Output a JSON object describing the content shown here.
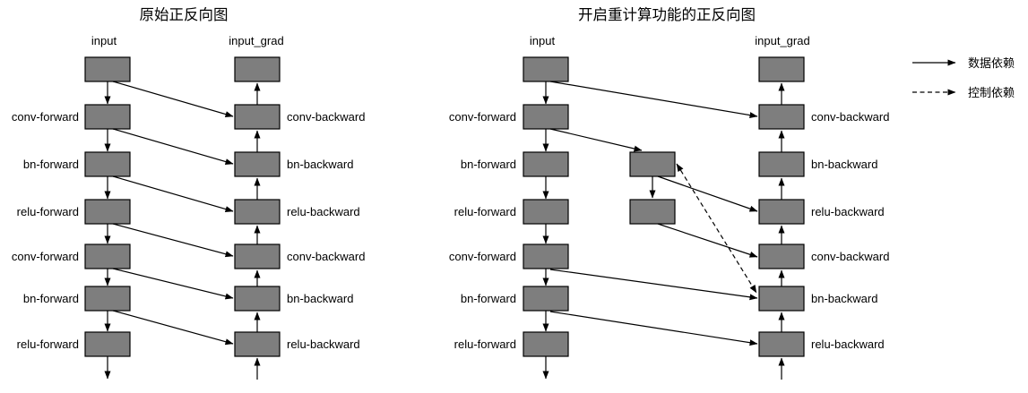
{
  "left_diagram": {
    "title": "原始正反向图",
    "columns": {
      "forward_header": "input",
      "backward_header": "input_grad"
    },
    "forward_labels": [
      "conv-forward",
      "bn-forward",
      "relu-forward",
      "conv-forward",
      "bn-forward",
      "relu-forward"
    ],
    "backward_labels": [
      "conv-backward",
      "bn-backward",
      "relu-backward",
      "conv-backward",
      "bn-backward",
      "relu-backward"
    ]
  },
  "right_diagram": {
    "title": "开启重计算功能的正反向图",
    "columns": {
      "forward_header": "input",
      "backward_header": "input_grad"
    },
    "forward_labels": [
      "conv-forward",
      "bn-forward",
      "relu-forward",
      "conv-forward",
      "bn-forward",
      "relu-forward"
    ],
    "backward_labels": [
      "conv-backward",
      "bn-backward",
      "relu-backward",
      "conv-backward",
      "bn-backward",
      "relu-backward"
    ]
  },
  "legend": {
    "data_dependency_label": "数据依赖",
    "control_dependency_label": "控制依赖"
  },
  "colors": {
    "node_fill": "#7e7e7e",
    "node_stroke": "#000000",
    "arrow": "#000000",
    "background": "#ffffff",
    "text": "#000000"
  },
  "diagram_data": {
    "type": "computation-graph-comparison",
    "left_graph": {
      "forward_nodes": [
        "input",
        "conv-forward-1",
        "bn-forward-1",
        "relu-forward-1",
        "conv-forward-2",
        "bn-forward-2",
        "relu-forward-2"
      ],
      "backward_nodes": [
        "input_grad",
        "conv-backward-1",
        "bn-backward-1",
        "relu-backward-1",
        "conv-backward-2",
        "bn-backward-2",
        "relu-backward-2"
      ],
      "forward_chain": "input -> conv-forward-1 -> bn-forward-1 -> relu-forward-1 -> conv-forward-2 -> bn-forward-2 -> relu-forward-2 -> (out)",
      "backward_chain": "(in) -> relu-backward-2 -> bn-backward-2 -> conv-backward-2 -> relu-backward-1 -> bn-backward-1 -> conv-backward-1 -> input_grad",
      "cross_edges": [
        [
          "input",
          "conv-backward-1"
        ],
        [
          "conv-forward-1",
          "bn-backward-1"
        ],
        [
          "bn-forward-1",
          "relu-backward-1"
        ],
        [
          "relu-forward-1",
          "conv-backward-2"
        ],
        [
          "conv-forward-2",
          "bn-backward-2"
        ],
        [
          "bn-forward-2",
          "relu-backward-2"
        ]
      ]
    },
    "right_graph": {
      "forward_nodes": [
        "input",
        "conv-forward-1",
        "bn-forward-1",
        "relu-forward-1",
        "conv-forward-2",
        "bn-forward-2",
        "relu-forward-2"
      ],
      "backward_nodes": [
        "input_grad",
        "conv-backward-1",
        "bn-backward-1",
        "relu-backward-1",
        "conv-backward-2",
        "bn-backward-2",
        "relu-backward-2"
      ],
      "recompute_nodes": [
        "bn-forward-recompute",
        "relu-forward-recompute"
      ],
      "forward_chain": "input -> conv-forward-1 -> bn-forward-1 -> relu-forward-1 -> conv-forward-2 -> bn-forward-2 -> relu-forward-2 -> (out)",
      "backward_chain": "(in) -> relu-backward-2 -> bn-backward-2 -> conv-backward-2 -> relu-backward-1 -> bn-backward-1 -> conv-backward-1 -> input_grad",
      "cross_edges": [
        [
          "input",
          "conv-backward-1"
        ],
        [
          "conv-forward-1",
          "bn-forward-recompute"
        ],
        [
          "bn-forward-recompute",
          "relu-forward-recompute"
        ],
        [
          "bn-forward-recompute",
          "relu-backward-1"
        ],
        [
          "relu-forward-recompute",
          "conv-backward-2"
        ],
        [
          "conv-forward-2",
          "bn-backward-2"
        ],
        [
          "bn-forward-2",
          "relu-backward-2"
        ]
      ],
      "control_edges": [
        [
          "bn-forward-recompute",
          "bn-backward-2",
          "double-headed-dashed"
        ]
      ]
    }
  }
}
